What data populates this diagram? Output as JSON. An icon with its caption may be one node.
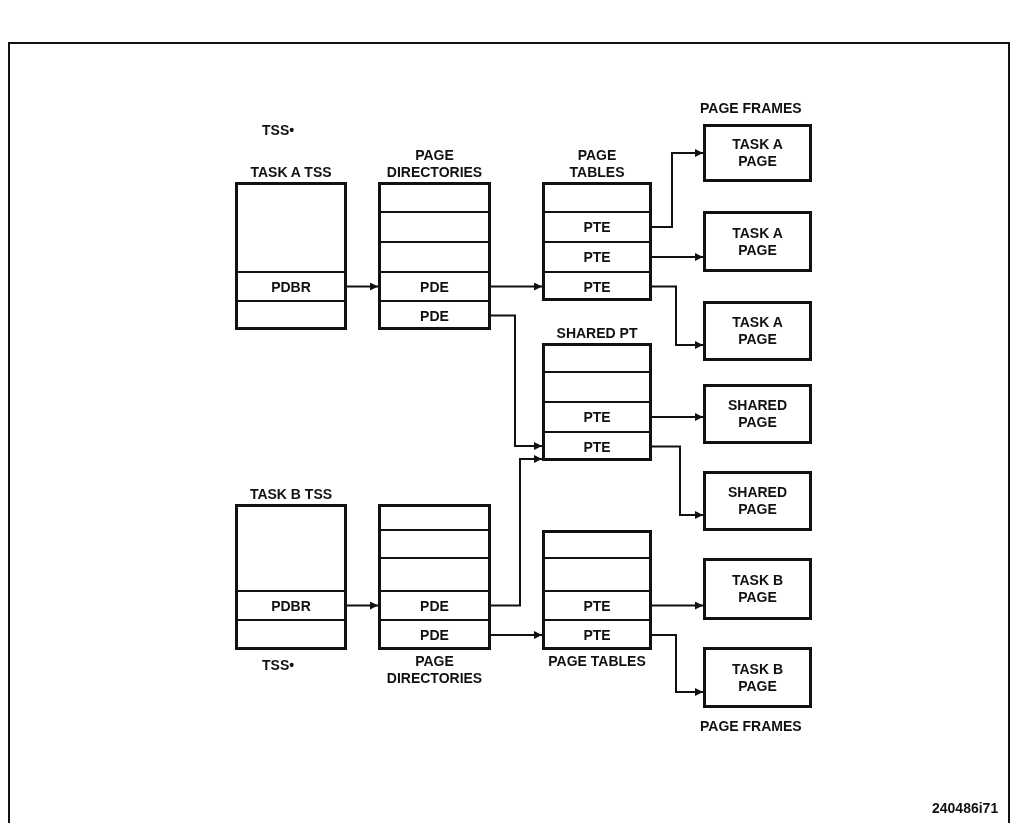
{
  "diagram": {
    "nodes": [
      {
        "text": [
          "TASK A TSS"
        ]
      },
      {
        "text": [
          "PDBR"
        ],
        "in": 0
      },
      {
        "text": [
          "PAGE DIRECTORIES"
        ]
      },
      {
        "text": [
          "PDE"
        ],
        "in": 2
      },
      {
        "text": [
          "PDE"
        ],
        "in": 2
      },
      {
        "text": [
          "PAGE TABLES"
        ]
      },
      {
        "text": [
          "PTE"
        ],
        "in": 5
      },
      {
        "text": [
          "PTE"
        ],
        "in": 5
      },
      {
        "text": [
          "PTE"
        ],
        "in": 5
      },
      {
        "text": [
          "TASK A PAGE"
        ]
      },
      {
        "text": [
          "TASK A PAGE"
        ]
      },
      {
        "text": [
          "TASK A PAGE"
        ]
      },
      {
        "text": [
          "SHARED PT"
        ]
      },
      {
        "text": [
          "PTE"
        ],
        "in": 12
      },
      {
        "text": [
          "PTE"
        ],
        "in": 12
      },
      {
        "text": [
          "SHARED PAGE"
        ]
      },
      {
        "text": [
          "SHARED PAGE"
        ]
      },
      {
        "text": [
          "TASK B TSS"
        ]
      },
      {
        "text": [
          "PDBR"
        ],
        "in": 17
      },
      {
        "text": [
          "PAGE DIRECTORIES"
        ]
      },
      {
        "text": [
          "PDE"
        ],
        "in": 19
      },
      {
        "text": [
          "PDE"
        ],
        "in": 19
      },
      {
        "text": [
          "PAGE TABLES"
        ]
      },
      {
        "text": [
          "PTE"
        ],
        "in": 22
      },
      {
        "text": [
          "PTE"
        ],
        "in": 22
      },
      {
        "text": [
          "TASK B PAGE"
        ]
      },
      {
        "text": [
          "TASK B PAGE"
        ]
      }
    ],
    "edges": [
      {
        "from": 1,
        "to": 2,
        "arrow": "to"
      },
      {
        "from": 3,
        "to": 5,
        "arrow": "to"
      },
      {
        "from": 4,
        "to": 12,
        "arrow": "to"
      },
      {
        "from": 6,
        "to": 9,
        "arrow": "to"
      },
      {
        "from": 7,
        "to": 10,
        "arrow": "to"
      },
      {
        "from": 8,
        "to": 11,
        "arrow": "to"
      },
      {
        "from": 13,
        "to": 15,
        "arrow": "to"
      },
      {
        "from": 14,
        "to": 16,
        "arrow": "to"
      },
      {
        "from": 18,
        "to": 19,
        "arrow": "to"
      },
      {
        "from": 20,
        "to": 12,
        "arrow": "to"
      },
      {
        "from": 21,
        "to": 22,
        "arrow": "to"
      },
      {
        "from": 23,
        "to": 25,
        "arrow": "to"
      },
      {
        "from": 24,
        "to": 26,
        "arrow": "to"
      }
    ],
    "labels": [
      "TSS•",
      "PAGE FRAMES",
      "TSS•",
      "PAGE FRAMES",
      "240486i71"
    ]
  }
}
